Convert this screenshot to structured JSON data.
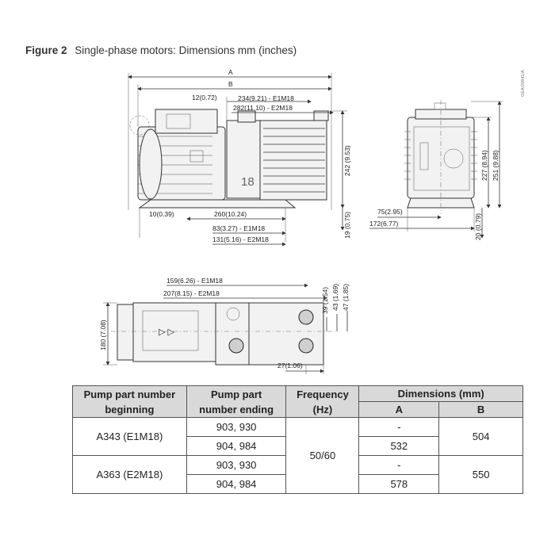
{
  "figure": {
    "number": "Figure 2",
    "title": "Single-phase motors: Dimensions mm (inches)",
    "reference": "GEA/20841/A"
  },
  "side_view": {
    "label_A": "A",
    "label_B": "B",
    "dim_12": "12(0.72)",
    "dim_234": "234(9.21) - E1M18",
    "dim_282": "282(11.10) - E2M18",
    "dim_242": "242 (9.53)",
    "dim_19": "19 (0.75)",
    "dim_10": "10(0.39)",
    "dim_260": "260(10.24)",
    "dim_83": "83(3.27) - E1M18",
    "dim_131": "131(5.16) - E2M18",
    "model_mark": "18"
  },
  "end_view": {
    "dim_227": "227 (8.94)",
    "dim_251": "251 (9.88)",
    "dim_75": "75(2.95)",
    "dim_172": "172(6.77)",
    "dim_20": "20 (0.79)"
  },
  "plan_view": {
    "dim_159": "159(6.26) - E1M18",
    "dim_207": "207(8.15) - E2M18",
    "dim_39": "39 (1.54)",
    "dim_43": "43 (1.69)",
    "dim_47": "47 (1.85)",
    "dim_180": "180 (7.08)",
    "dim_27": "27(1.06)"
  },
  "table": {
    "headers": {
      "part_beginning": [
        "Pump part number",
        "beginning"
      ],
      "part_ending": [
        "Pump part",
        "number ending"
      ],
      "frequency": [
        "Frequency",
        "(Hz)"
      ],
      "dimensions": "Dimensions (mm)",
      "col_a": "A",
      "col_b": "B"
    },
    "rows": [
      {
        "beginning": "A343 (E1M18)",
        "ending": [
          "903, 930",
          "904, 984"
        ],
        "a": [
          "-",
          "532"
        ],
        "b": "504"
      },
      {
        "beginning": "A363 (E2M18)",
        "ending": [
          "903, 930",
          "904, 984"
        ],
        "a": [
          "-",
          "578"
        ],
        "b": "550"
      }
    ],
    "frequency_value": "50/60"
  }
}
